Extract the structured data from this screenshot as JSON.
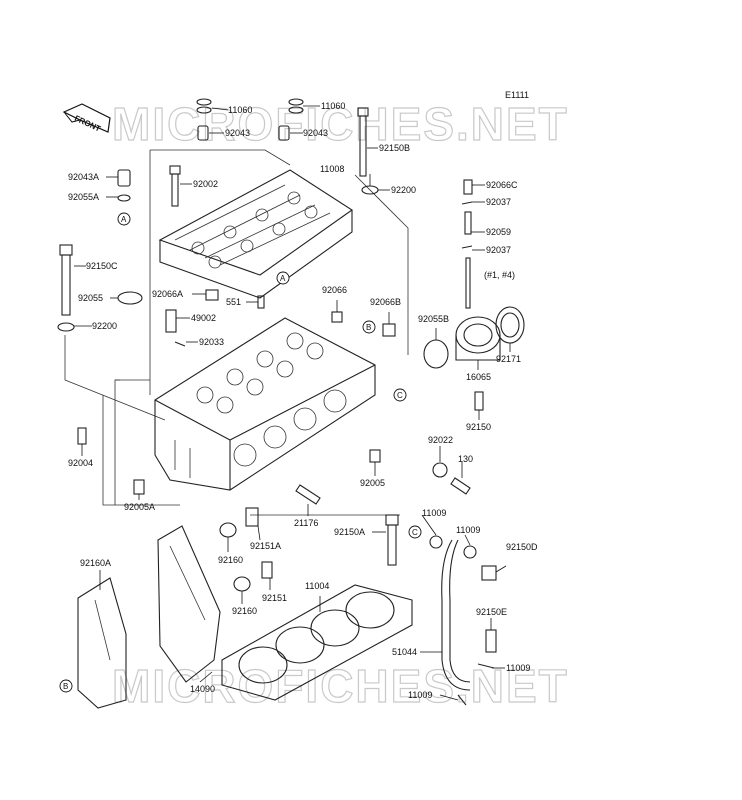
{
  "diagram": {
    "code": "E1111",
    "front_label": "FRONT",
    "watermark": "MICROFICHES.NET",
    "parts": [
      {
        "id": "p1",
        "label": "11060"
      },
      {
        "id": "p2",
        "label": "11060"
      },
      {
        "id": "p3",
        "label": "92043"
      },
      {
        "id": "p4",
        "label": "92043"
      },
      {
        "id": "p5",
        "label": "92150B"
      },
      {
        "id": "p6",
        "label": "11008"
      },
      {
        "id": "p7",
        "label": "92200"
      },
      {
        "id": "p8",
        "label": "92043A"
      },
      {
        "id": "p9",
        "label": "92002"
      },
      {
        "id": "p10",
        "label": "92055A"
      },
      {
        "id": "p11",
        "label": "92150C"
      },
      {
        "id": "p12",
        "label": "92055"
      },
      {
        "id": "p13",
        "label": "92200"
      },
      {
        "id": "p14",
        "label": "92066A"
      },
      {
        "id": "p15",
        "label": "551"
      },
      {
        "id": "p16",
        "label": "92066"
      },
      {
        "id": "p17",
        "label": "92066B"
      },
      {
        "id": "p18",
        "label": "49002"
      },
      {
        "id": "p19",
        "label": "92033"
      },
      {
        "id": "p20",
        "label": "92055B"
      },
      {
        "id": "p21",
        "label": "92066C"
      },
      {
        "id": "p22",
        "label": "92037"
      },
      {
        "id": "p23",
        "label": "92059"
      },
      {
        "id": "p24",
        "label": "92037"
      },
      {
        "id": "p25",
        "label": "(#1, #4)"
      },
      {
        "id": "p26",
        "label": "92171"
      },
      {
        "id": "p27",
        "label": "16065"
      },
      {
        "id": "p28",
        "label": "92150"
      },
      {
        "id": "p29",
        "label": "92022"
      },
      {
        "id": "p30",
        "label": "130"
      },
      {
        "id": "p31",
        "label": "92004"
      },
      {
        "id": "p32",
        "label": "92005"
      },
      {
        "id": "p33",
        "label": "92005A"
      },
      {
        "id": "p34",
        "label": "21176"
      },
      {
        "id": "p35",
        "label": "92150A"
      },
      {
        "id": "p36",
        "label": "11009"
      },
      {
        "id": "p37",
        "label": "11009"
      },
      {
        "id": "p38",
        "label": "92150D"
      },
      {
        "id": "p39",
        "label": "92160"
      },
      {
        "id": "p40",
        "label": "92151A"
      },
      {
        "id": "p41",
        "label": "92151"
      },
      {
        "id": "p42",
        "label": "92160"
      },
      {
        "id": "p43",
        "label": "11004"
      },
      {
        "id": "p44",
        "label": "92160A"
      },
      {
        "id": "p45",
        "label": "92150E"
      },
      {
        "id": "p46",
        "label": "51044"
      },
      {
        "id": "p47",
        "label": "11009"
      },
      {
        "id": "p48",
        "label": "14090"
      },
      {
        "id": "p49",
        "label": "11009"
      }
    ],
    "callouts": [
      {
        "id": "cA1",
        "letter": "A"
      },
      {
        "id": "cA2",
        "letter": "A"
      },
      {
        "id": "cB1",
        "letter": "B"
      },
      {
        "id": "cB2",
        "letter": "B"
      },
      {
        "id": "cC1",
        "letter": "C"
      },
      {
        "id": "cC2",
        "letter": "C"
      }
    ]
  }
}
